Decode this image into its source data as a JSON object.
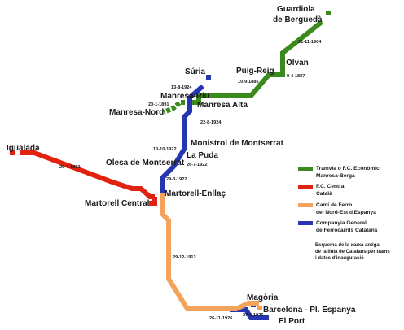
{
  "colors": {
    "green": "#3b8a1e",
    "red": "#e0220f",
    "orange": "#f4a35d",
    "blue": "#2536b0"
  },
  "stations": {
    "guardiola": "Guardiola de Berguedà",
    "olvan": "Olvan",
    "puig_reig": "Puig-Reig",
    "suria": "Súria",
    "manresa_riu": "Manresa-Riu",
    "manresa_nord": "Manresa-Nord",
    "manresa_alta": "Manresa Alta",
    "monistrol": "Monistrol de Montserrat",
    "la_puda": "La Puda",
    "olesa": "Olesa de Montserrat",
    "martorell_enllac": "Martorell-Enllaç",
    "martorell_central": "Martorell Central",
    "igualada": "Igualada",
    "magoria": "Magòria",
    "barcelona": "Barcelona - Pl. Espanya",
    "el_port": "El Port"
  },
  "dates": {
    "d_21_11_1904": "21-11-1904",
    "d_9_4_1887": "9-4-1887",
    "d_10_9_1885": "10-9-1885",
    "d_13_8_1924": "13-8-1924",
    "d_20_1_1891": "20-1-1891",
    "d_22_8_1924": "22-8-1924",
    "d_10_10_1922": "10-10-1922",
    "d_26_7_1922": "26-7-1922",
    "d_29_3_1922": "29-3-1922",
    "d_29_7_1893": "29-7-1893",
    "d_29_12_1912": "29-12-1912",
    "d_27_5_1926": "27-5-1926",
    "d_26_11_1926": "26-11-1926"
  },
  "legend": [
    {
      "color": "green",
      "line1": "Tramvia o F.C. Econòmic",
      "line2": "Manresa-Berga"
    },
    {
      "color": "red",
      "line1": "F.C. Central",
      "line2": "Català"
    },
    {
      "color": "orange",
      "line1": "Camí de Ferro",
      "line2": "del Nord-Est d'Espanya"
    },
    {
      "color": "blue",
      "line1": "Companyia General",
      "line2": "de Ferrocarrils Catalans"
    }
  ],
  "note": [
    "Esquema de la xarxa antiga",
    "de la línia de Catalans per trams",
    "i dates d'inauguració"
  ]
}
